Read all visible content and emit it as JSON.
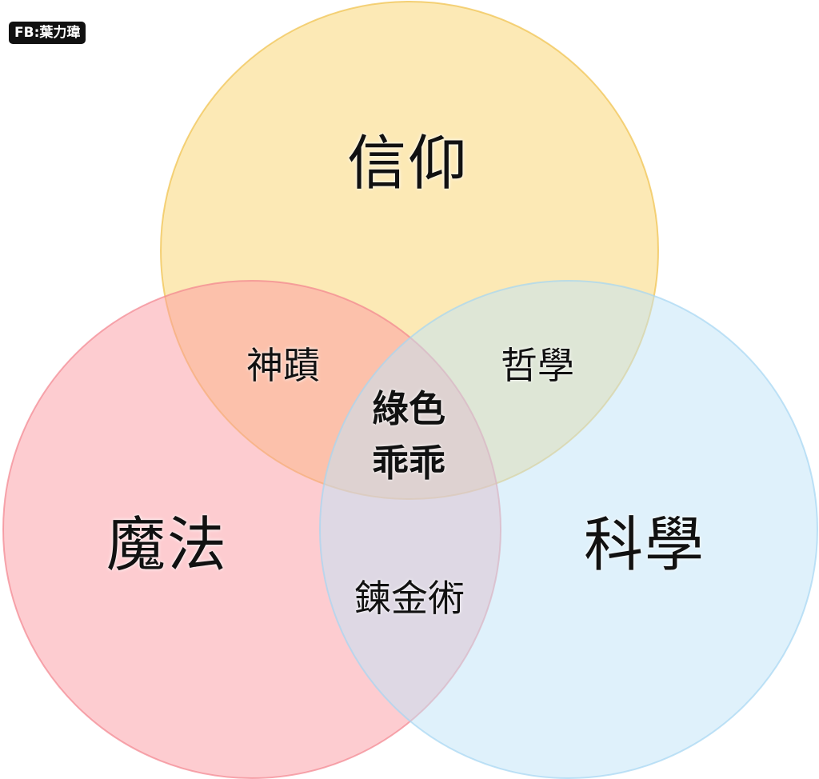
{
  "badge": {
    "text": "FB:葉力瑋"
  },
  "sets": {
    "faith": {
      "label": "信仰",
      "fill": "#f9d46b",
      "stroke": "#f0c04a"
    },
    "magic": {
      "label": "魔法",
      "fill": "#fb9aa2",
      "stroke": "#f2848e"
    },
    "science": {
      "label": "科學",
      "fill": "#bfe3f8",
      "stroke": "#a5d5f2"
    }
  },
  "intersections": {
    "faith_magic": "神蹟",
    "faith_science": "哲學",
    "magic_science": "鍊金術",
    "all_line1": "綠色",
    "all_line2": "乖乖"
  }
}
